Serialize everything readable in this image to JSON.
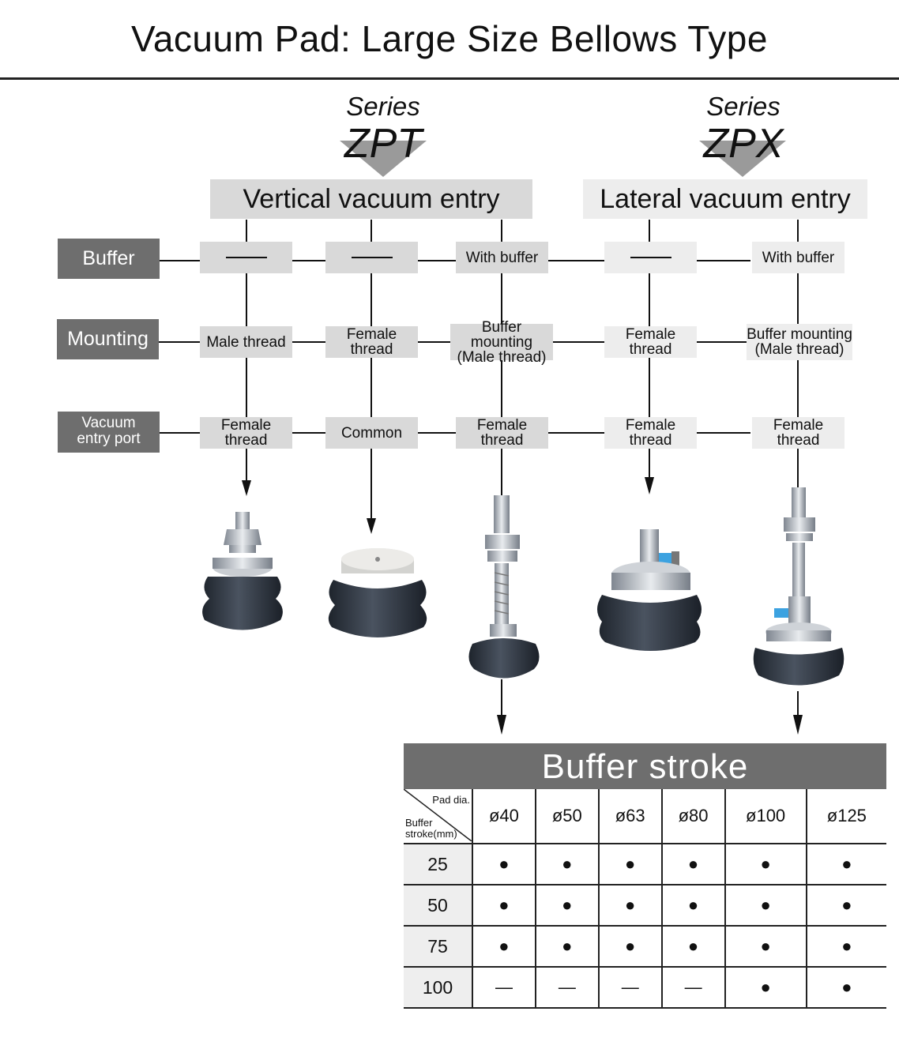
{
  "title": "Vacuum Pad: Large Size Bellows Type",
  "series": [
    {
      "label": "Series",
      "code": "ZPT",
      "entry": "Vertical vacuum entry"
    },
    {
      "label": "Series",
      "code": "ZPX",
      "entry": "Lateral vacuum entry"
    }
  ],
  "row_labels": {
    "buffer": "Buffer",
    "mounting": "Mounting",
    "vacuum_port_line1": "Vacuum",
    "vacuum_port_line2": "entry port"
  },
  "columns": [
    {
      "buffer": "",
      "mounting": "Male thread",
      "port": "Female thread"
    },
    {
      "buffer": "",
      "mounting": "Female thread",
      "port": "Common"
    },
    {
      "buffer": "With buffer",
      "mounting_line1": "Buffer mounting",
      "mounting_line2": "(Male thread)",
      "port": "Female thread"
    },
    {
      "buffer": "",
      "mounting": "Female thread",
      "port": "Female thread"
    },
    {
      "buffer": "With buffer",
      "mounting_line1": "Buffer mounting",
      "mounting_line2": "(Male thread)",
      "port": "Female thread"
    }
  ],
  "product_icons": [
    "vacuum-pad-male-thread",
    "vacuum-pad-female-thread",
    "vacuum-pad-buffer-vertical",
    "vacuum-pad-lateral",
    "vacuum-pad-buffer-lateral"
  ],
  "stroke_table": {
    "title": "Buffer stroke",
    "corner_top": "Pad dia.",
    "corner_bottom_line1": "Buffer",
    "corner_bottom_line2": "stroke(mm)",
    "pad_dias": [
      "ø40",
      "ø50",
      "ø63",
      "ø80",
      "ø100",
      "ø125"
    ],
    "rows": [
      {
        "stroke": "25",
        "values": [
          "●",
          "●",
          "●",
          "●",
          "●",
          "●"
        ]
      },
      {
        "stroke": "50",
        "values": [
          "●",
          "●",
          "●",
          "●",
          "●",
          "●"
        ]
      },
      {
        "stroke": "75",
        "values": [
          "●",
          "●",
          "●",
          "●",
          "●",
          "●"
        ]
      },
      {
        "stroke": "100",
        "values": [
          "—",
          "—",
          "—",
          "—",
          "●",
          "●"
        ]
      }
    ]
  },
  "colors": {
    "label_bg": "#6e6e6e",
    "cell_bg": "#d9d9d9",
    "cell_bg_light": "#ededed",
    "rubber": "#2d3440"
  }
}
